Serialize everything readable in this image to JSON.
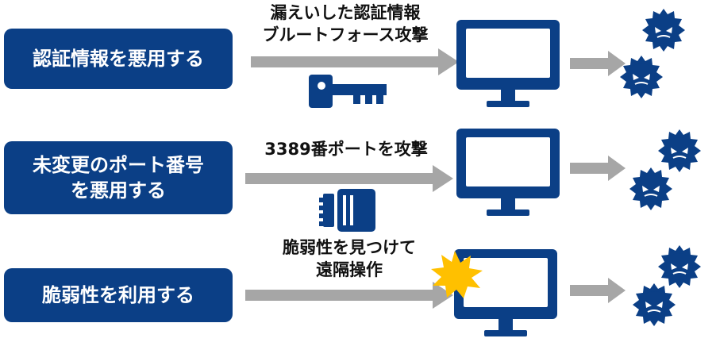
{
  "colors": {
    "navy": "#0b3f86",
    "arrow_gray": "#a6a6a6",
    "burst_yellow": "#ffc000",
    "text_dark": "#111111"
  },
  "rows": [
    {
      "label_lines": [
        "認証情報を悪用する"
      ],
      "caption_lines": [
        "漏えいした認証情報",
        "ブルートフォース攻撃"
      ],
      "tool_icon": "key-icon",
      "target_icon": "monitor-icon",
      "threat_icon": "virus-icon"
    },
    {
      "label_lines": [
        "未変更のポート番号",
        "を悪用する"
      ],
      "caption_lines": [
        "3389番ポートを攻撃"
      ],
      "tool_icon": "port-connector-icon",
      "target_icon": "monitor-icon",
      "threat_icon": "virus-icon"
    },
    {
      "label_lines": [
        "脆弱性を利用する"
      ],
      "caption_lines": [
        "脆弱性を見つけて",
        "遠隔操作"
      ],
      "tool_icon": "burst-icon",
      "target_icon": "monitor-icon",
      "threat_icon": "virus-icon"
    }
  ]
}
